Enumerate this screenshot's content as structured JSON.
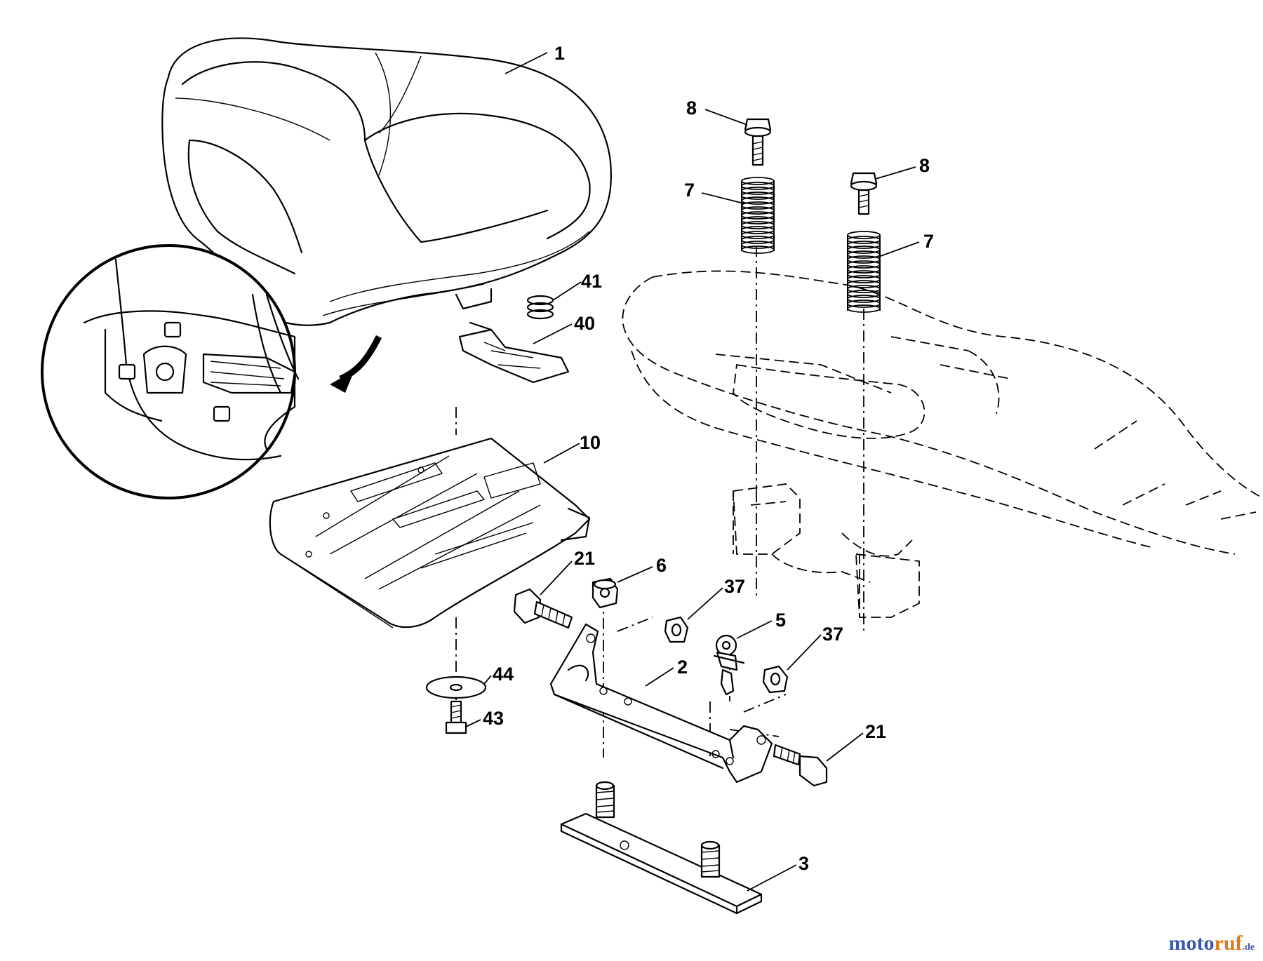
{
  "diagram": {
    "callouts": [
      {
        "id": "seat",
        "label": "1"
      },
      {
        "id": "bolt-8a",
        "label": "8"
      },
      {
        "id": "bolt-8b",
        "label": "8"
      },
      {
        "id": "spring-7a",
        "label": "7"
      },
      {
        "id": "spring-7b",
        "label": "7"
      },
      {
        "id": "spring-41",
        "label": "41"
      },
      {
        "id": "clip-40",
        "label": "40"
      },
      {
        "id": "seat-pan-10",
        "label": "10"
      },
      {
        "id": "bolt-21a",
        "label": "21"
      },
      {
        "id": "nut-6",
        "label": "6"
      },
      {
        "id": "nut-37a",
        "label": "37"
      },
      {
        "id": "knob-5",
        "label": "5"
      },
      {
        "id": "nut-37b",
        "label": "37"
      },
      {
        "id": "bracket-2",
        "label": "2"
      },
      {
        "id": "washer-44",
        "label": "44"
      },
      {
        "id": "screw-43",
        "label": "43"
      },
      {
        "id": "bolt-21b",
        "label": "21"
      },
      {
        "id": "plate-3",
        "label": "3"
      }
    ]
  },
  "watermark": {
    "part1": "moto",
    "part2": "ruf",
    "suffix": ".de"
  }
}
